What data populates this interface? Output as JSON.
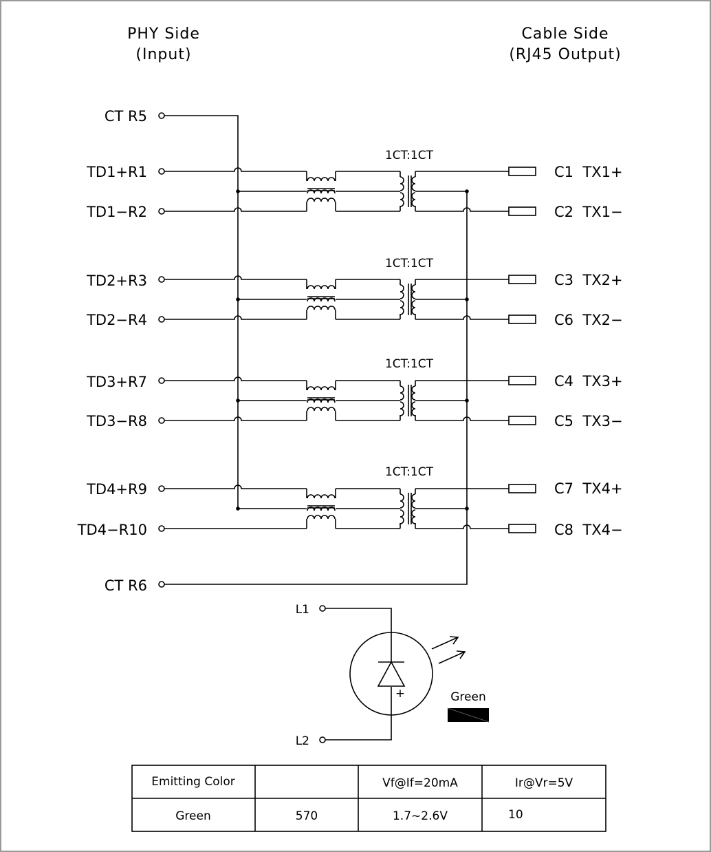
{
  "headers": {
    "left_line1": "PHY Side",
    "left_line2": "(Input)",
    "right_line1": "Cable Side",
    "right_line2": "(RJ45 Output)"
  },
  "left_pins": [
    "CT R5",
    "TD1+R1",
    "TD1−R2",
    "TD2+R3",
    "TD2−R4",
    "TD3+R7",
    "TD3−R8",
    "TD4+R9",
    "TD4−R10",
    "CT R6"
  ],
  "right_pins": [
    "C1  TX1+",
    "C2  TX1−",
    "C3  TX2+",
    "C6  TX2−",
    "C4  TX3+",
    "C5  TX3−",
    "C7  TX4+",
    "C8  TX4−"
  ],
  "transformer_ratio": [
    "1CT:1CT",
    "1CT:1CT",
    "1CT:1CT",
    "1CT:1CT"
  ],
  "led": {
    "pin_top": "L1",
    "pin_bottom": "L2",
    "polarity": "+",
    "color_label": "Green"
  },
  "table": {
    "header": [
      "Emitting Color",
      "",
      "Vf@If=20mA",
      "Ir@Vr=5V"
    ],
    "row": [
      "Green",
      "570",
      "1.7~2.6V",
      "10"
    ]
  }
}
